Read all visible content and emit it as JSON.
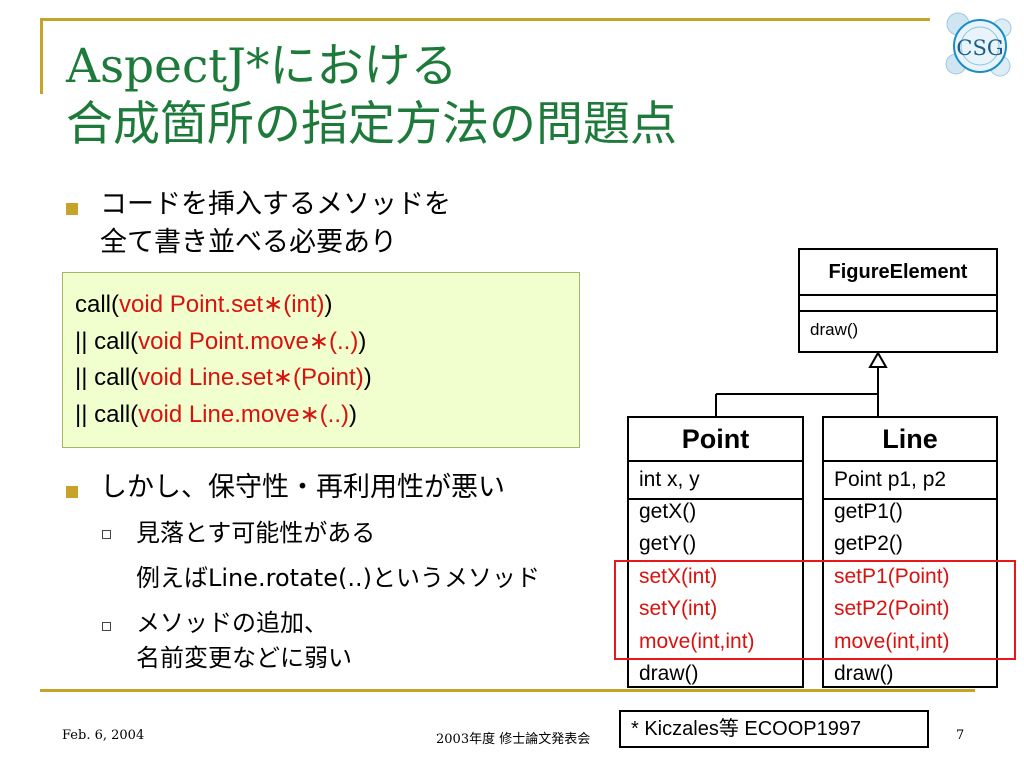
{
  "slide": {
    "title_latin": "AspectJ*",
    "title_line1_jp": "における",
    "title_line2": "合成箇所の指定方法の問題点",
    "logo_text": "CSG",
    "logo_color": "#1a8dc9"
  },
  "bullets": {
    "b1_line1": "コードを挿入するメソッドを",
    "b1_line2": "全て書き並べる必要あり",
    "b2": "しかし、保守性・再利用性が悪い",
    "b2_sub1_line1": "見落とす可能性がある",
    "b2_sub1_line2": "例えばLine.rotate(..)というメソッド",
    "b2_sub2_line1": "メソッドの追加、",
    "b2_sub2_line2": "名前変更などに弱い"
  },
  "code": {
    "line1_prefix": "call(",
    "line1_red": "void Point.set∗(int)",
    "line1_suffix": ")",
    "line2_prefix": "|| call(",
    "line2_red": "void Point.move∗(..)",
    "line2_suffix": ")",
    "line3_prefix": "|| call(",
    "line3_red": "void Line.set∗(Point)",
    "line3_suffix": ")",
    "line4_prefix": "|| call(",
    "line4_red": "void Line.move∗(..)",
    "line4_suffix": ")"
  },
  "uml": {
    "figure_element": {
      "name": "FigureElement",
      "method": "draw()"
    },
    "point": {
      "name": "Point",
      "attr": "int x, y",
      "methods": [
        "getX()",
        "getY()",
        "setX(int)",
        "setY(int)",
        "move(int,int)",
        "draw()"
      ]
    },
    "line": {
      "name": "Line",
      "attr": "Point p1, p2",
      "methods": [
        "getP1()",
        "getP2()",
        "setP1(Point)",
        "setP2(Point)",
        "move(int,int)",
        "draw()"
      ]
    }
  },
  "footer": {
    "date": "Feb. 6, 2004",
    "event_year": "2003",
    "event_name": "年度 修士論文発表会",
    "citation": "* Kiczales等 ECOOP1997",
    "page_number": "7"
  },
  "colors": {
    "accent": "#c8a32a",
    "title": "#1d7a3a",
    "code_highlight": "#d8120f",
    "code_box_bg": "#f1ffce"
  }
}
